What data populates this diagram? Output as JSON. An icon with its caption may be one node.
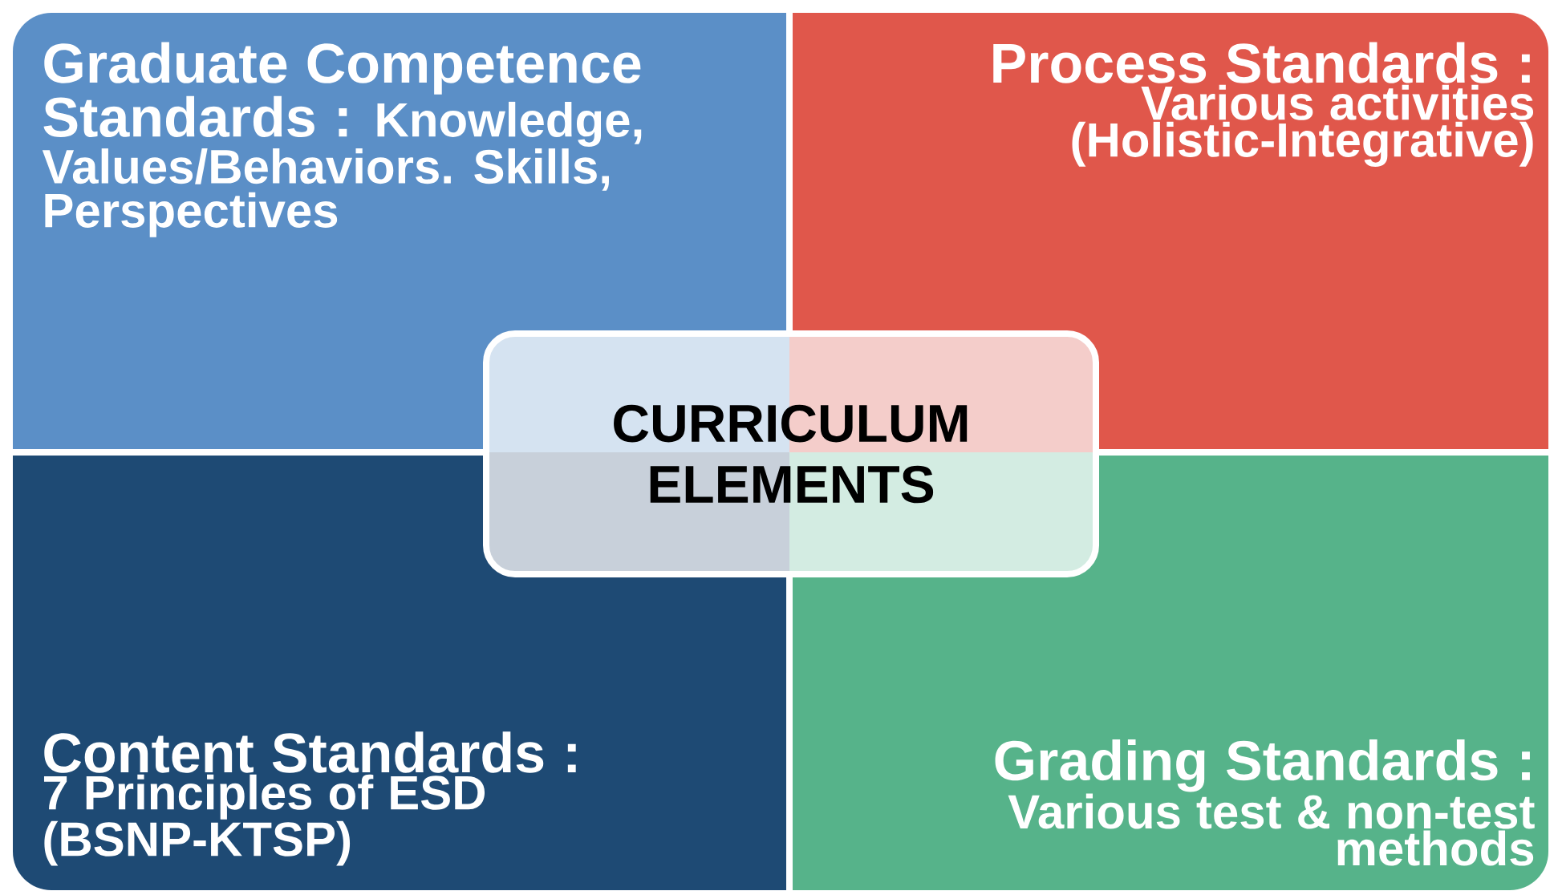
{
  "diagram": {
    "nodes": [
      {
        "text": [
          "Graduate Competence Standards :",
          "Knowledge, Values/Behaviors. Skills, Perspectives"
        ]
      },
      {
        "text": [
          "Process Standards :",
          "Various activities (Holistic-Integrative)"
        ]
      },
      {
        "text": [
          "CURRICULUM ELEMENTS"
        ]
      },
      {
        "text": [
          "Content Standards :",
          "7 Principles of ESD (BSNP-KTSP)"
        ]
      },
      {
        "text": [
          "Grading Standards :",
          "Various test & non-test methods"
        ]
      }
    ]
  }
}
